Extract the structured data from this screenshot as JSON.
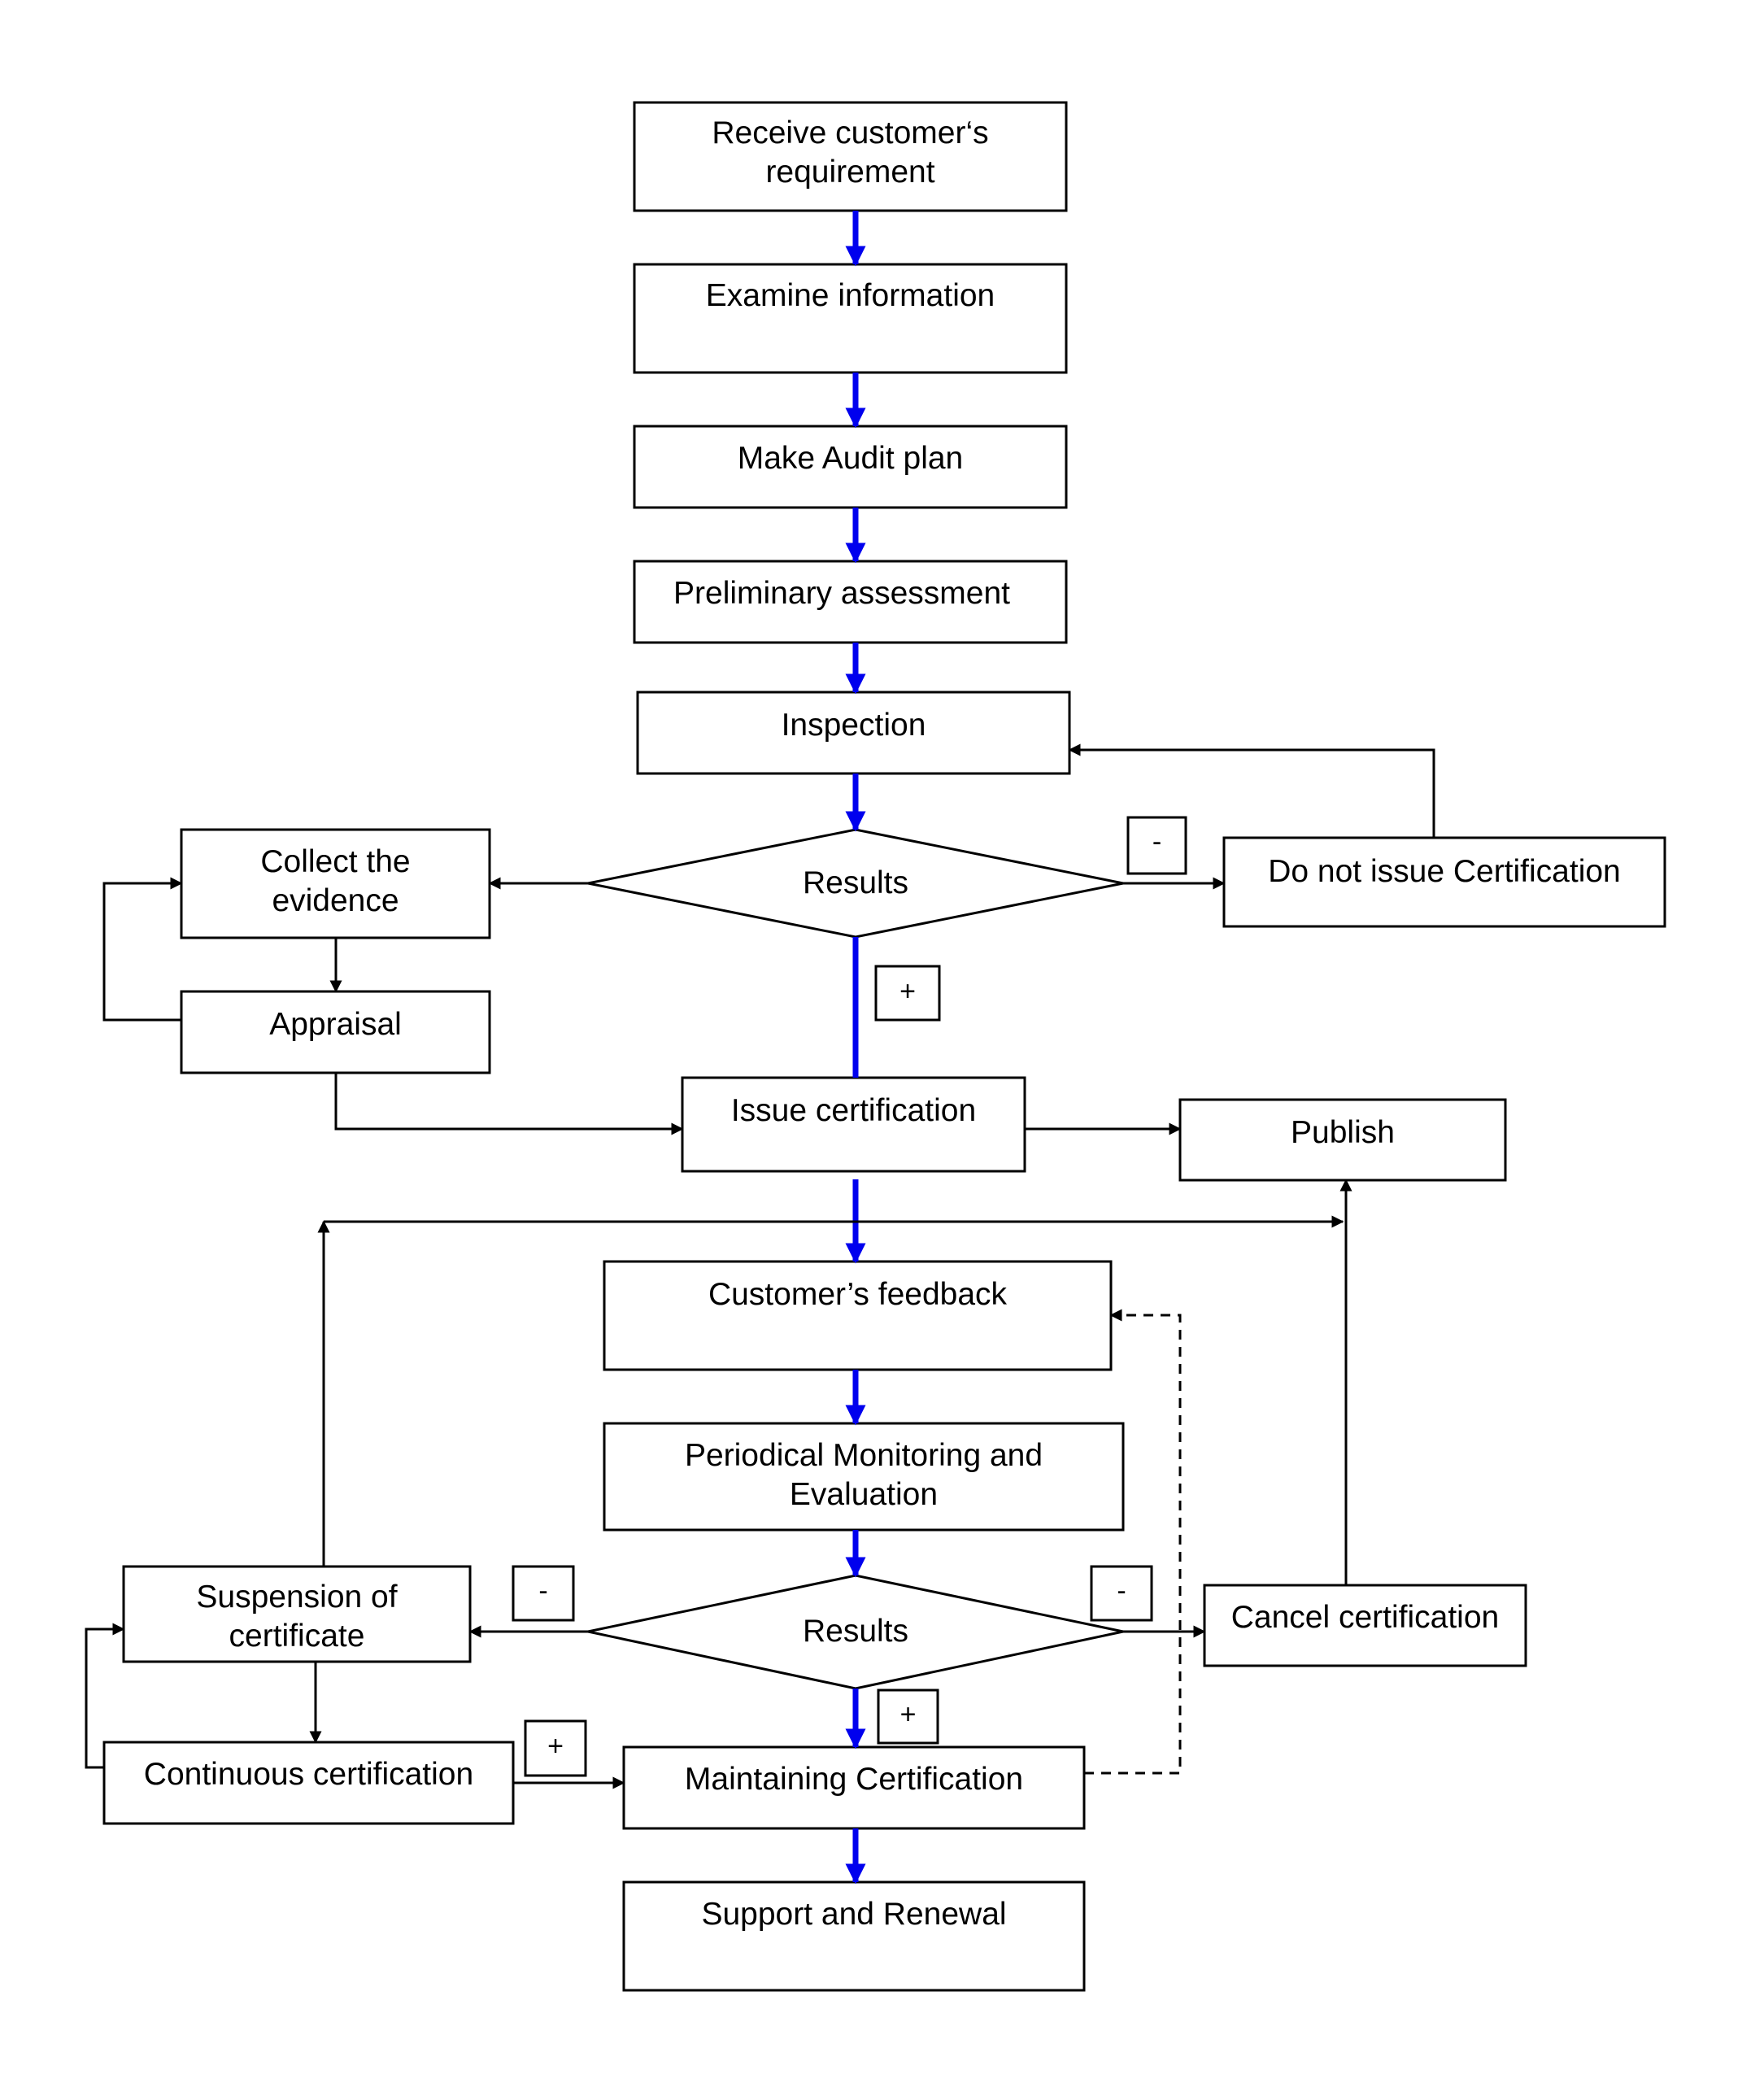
{
  "nodes": {
    "receive": "Receive customer‘s\nrequirement",
    "examine": "Examine information",
    "audit_plan": "Make Audit plan",
    "preliminary": "Preliminary assessment",
    "inspection": "Inspection",
    "results_1": "Results",
    "collect": "Collect the\nevidence",
    "appraisal": "Appraisal",
    "do_not_issue": "Do not issue Certification",
    "issue": "Issue certification",
    "publish": "Publish",
    "feedback": "Customer’s feedback",
    "monitoring": "Periodical Monitoring and\nEvaluation",
    "results_2": "Results",
    "suspension": "Suspension of\ncertificate",
    "cancel": "Cancel certification",
    "continuous": "Continuous certification",
    "maintaining": "Maintaining Certification",
    "support": "Support and Renewal"
  },
  "signs": {
    "minus_1": "-",
    "plus_1": "+",
    "minus_2": "-",
    "minus_3": "-",
    "plus_2": "+",
    "plus_3": "+"
  },
  "colors": {
    "main_flow": "#0000ee",
    "line": "#000000"
  }
}
